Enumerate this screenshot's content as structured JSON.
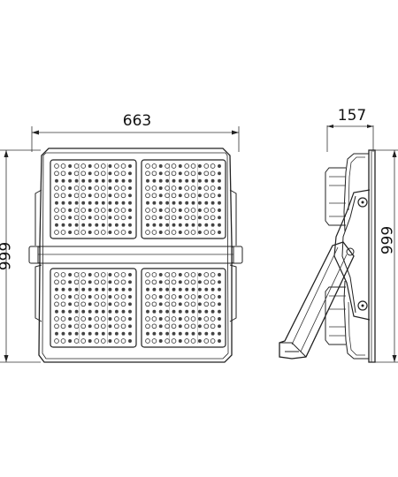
{
  "dimensions": {
    "front_width": "663",
    "front_height": "666",
    "side_depth": "157",
    "side_height": "666"
  },
  "colors": {
    "line": "#222222",
    "led": "#444444",
    "background": "#ffffff"
  }
}
